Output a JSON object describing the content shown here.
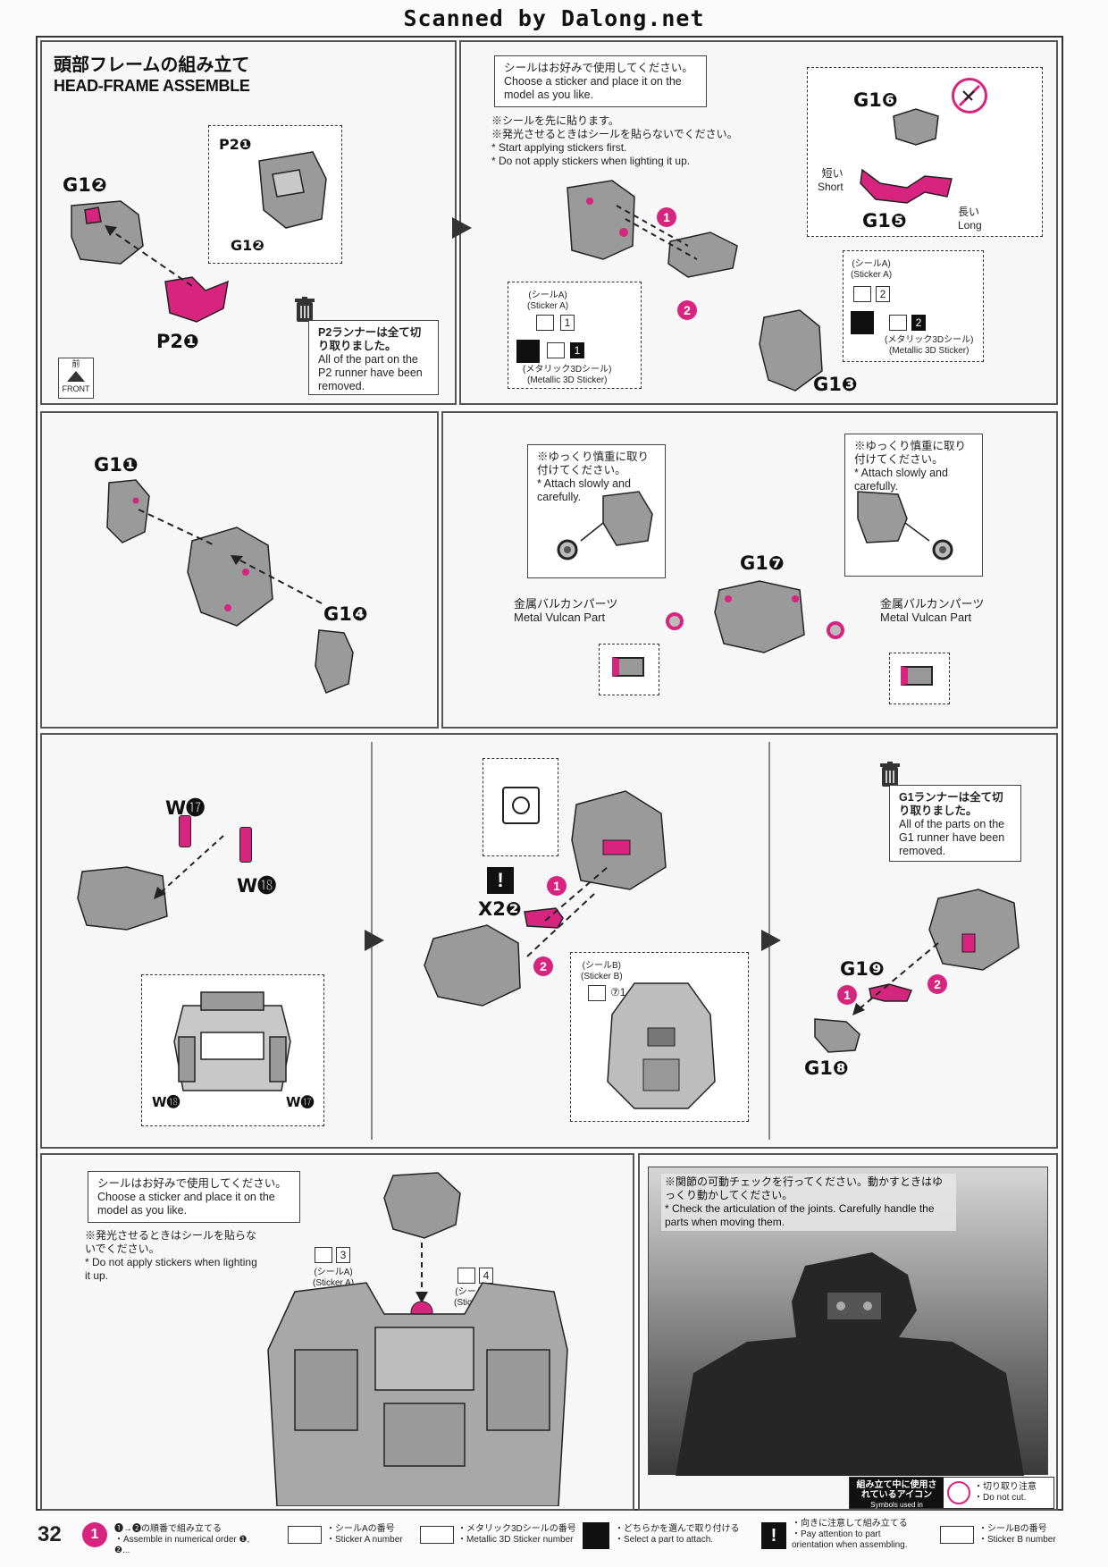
{
  "header": {
    "scan_title": "Scanned by Dalong.net"
  },
  "section1": {
    "title_jp": "頭部フレームの組み立て",
    "title_en": "HEAD-FRAME ASSEMBLE",
    "parts": {
      "g1_2": "G1❷",
      "p2_1_top": "P2❶",
      "g1_2_small": "G1❷",
      "p2_1_bottom": "P2❶"
    },
    "front_jp": "前",
    "front_en": "FRONT",
    "runner_note_jp": "P2ランナーは全て切り取りました。",
    "runner_note_en": "All of the part on the P2 runner have been removed."
  },
  "section2": {
    "sticker_note_jp": "シールはお好みで使用してください。",
    "sticker_note_en": "Choose a sticker and place it on the model as you like.",
    "start_note_jp": "※シールを先に貼ります。",
    "light_note_jp": "※発光させるときはシールを貼らないでください。",
    "start_note_en": "* Start applying stickers first.",
    "light_note_en": "* Do not apply stickers when lighting it up.",
    "parts": {
      "g1_6": "G1❻",
      "g1_5": "G1❺",
      "g1_3": "G1❸"
    },
    "short_jp": "短い",
    "short_en": "Short",
    "long_jp": "長い",
    "long_en": "Long",
    "sticker_a_jp": "(シールA)",
    "sticker_a_en": "(Sticker A)",
    "metallic_jp": "(メタリック3Dシール)",
    "metallic_en": "(Metallic 3D Sticker)",
    "num_1": "1",
    "num_2": "2"
  },
  "section3": {
    "parts": {
      "g1_1": "G1❶",
      "g1_4": "G1❹",
      "g1_7": "G1❼"
    },
    "attach_jp": "※ゆっくり慎重に取り付けてください。",
    "attach_en": "* Attach slowly and carefully.",
    "vulcan_jp": "金属バルカンパーツ",
    "vulcan_en": "Metal Vulcan Part"
  },
  "section4": {
    "parts": {
      "w17": "W⓱",
      "w18": "W⓲",
      "w18_small": "W⓲",
      "w17_small": "W⓱",
      "x2_2": "X2❷",
      "g1_9": "G1❾",
      "g1_8": "G1❽"
    },
    "sticker_b_jp": "(シールB)",
    "sticker_b_en": "(Sticker B)",
    "sticker_b_num": "⑦1",
    "runner_note_jp": "G1ランナーは全て切り取りました。",
    "runner_note_en": "All of the parts on the G1 runner have been removed."
  },
  "section5": {
    "sticker_note_jp": "シールはお好みで使用してください。",
    "sticker_note_en": "Choose a sticker and place it on the model as you like.",
    "light_note_jp": "※発光させるときはシールを貼らないでください。",
    "light_note_en": "* Do not apply stickers when lighting it up.",
    "sticker_3": "3",
    "sticker_4": "4",
    "sticker_a_jp": "(シールA)",
    "sticker_a_en": "(Sticker A)",
    "joint_note_jp": "※関節の可動チェックを行ってください。動かすときはゆっくり動かしてください。",
    "joint_note_en": "* Check the articulation of the joints. Carefully handle the parts when moving them.",
    "symbols_jp": "組み立て中に使用されているアイコン",
    "symbols_en": "Symbols used in instructions",
    "cut_jp": "・切り取り注意",
    "cut_en": "・Do not cut."
  },
  "footer": {
    "page_number": "32",
    "order_jp": "❶→❷の順番で組み立てる",
    "order_en": "・Assemble in numerical order ❶, ❷...",
    "sticker_a_jp": "・シールAの番号",
    "sticker_a_en": "・Sticker A number",
    "metallic_jp": "・メタリック3Dシールの番号",
    "metallic_en": "・Metallic 3D Sticker number",
    "select_jp": "・どちらかを選んで取り付ける",
    "select_en": "・Select a part to attach.",
    "orient_jp": "・向きに注意して組み立てる",
    "orient_en": "・Pay attention to part orientation when assembling.",
    "sticker_b_jp": "・シールBの番号",
    "sticker_b_en": "・Sticker B number"
  }
}
